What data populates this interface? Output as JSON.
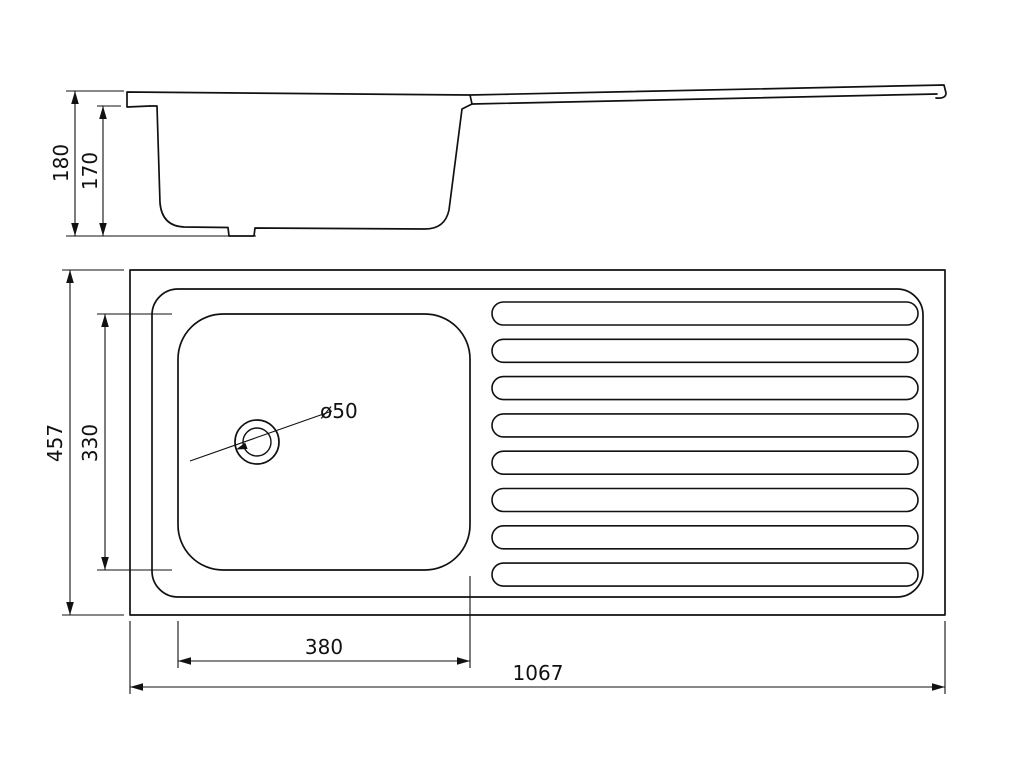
{
  "drawing": {
    "colors": {
      "line": "#111111",
      "background": "#ffffff"
    },
    "side_view": {
      "dim_total_height": "180",
      "dim_bowl_depth": "170"
    },
    "plan_view": {
      "dim_overall_length": "1067",
      "dim_overall_depth": "457",
      "dim_bowl_length": "380",
      "dim_bowl_depth": "330",
      "dim_drain_diameter": "ø50",
      "rib_count": 8
    }
  }
}
